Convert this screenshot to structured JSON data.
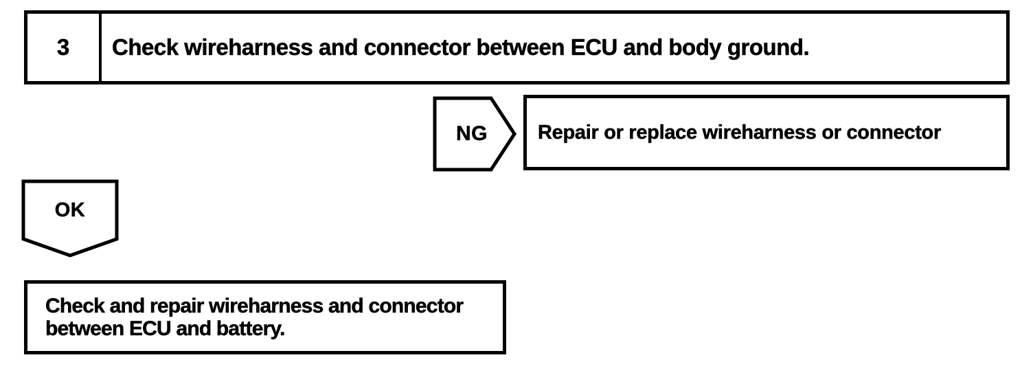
{
  "page": {
    "background_color": "#ffffff",
    "line_color": "#000000"
  },
  "flowchart": {
    "step": {
      "number": "3",
      "instruction": "Check wireharness and connector between ECU and body ground."
    },
    "ng_branch": {
      "label": "NG",
      "action": "Repair or replace wireharness or connector"
    },
    "ok_branch": {
      "label": "OK",
      "action_lines": {
        "0": "Check and repair wireharness and connector",
        "1": "between ECU and battery."
      }
    }
  }
}
